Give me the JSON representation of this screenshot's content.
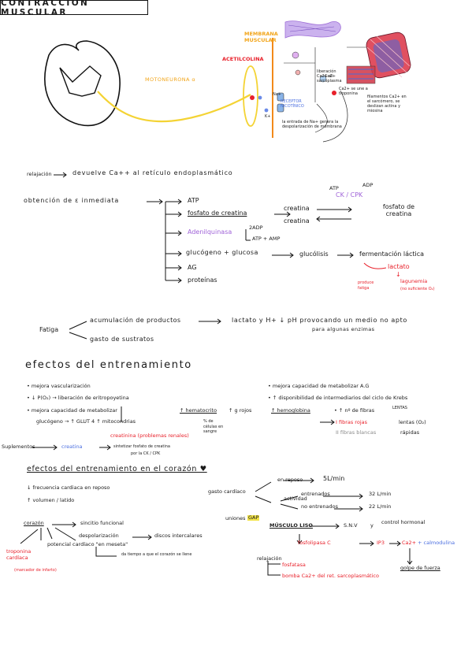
{
  "title": "CONTRACCIÓN MUSCULAR",
  "diagram": {
    "motoneurona": "MOTONEURONA α",
    "acetilcolina": "ACETILCOLINA",
    "membrana": "MEMBRANA MUSCULAR",
    "receptor": "RECEPTOR NICOTÍNICO",
    "entrada": "la entrada de Na+ genera la despolarización de membrana",
    "label_na": "Na+",
    "label_k": "K+",
    "label_ca": "Ca2+",
    "ca_note": "liberación Ca2+ al sarcoplasma",
    "ca_note2": "Ca2+ se une a troponina",
    "fiber_note": "filamentos Ca2+ en el sarcómero, se deslizan actina y miosina"
  },
  "lines": {
    "relajacion": "relajación",
    "relajacion_text": "devuelve Ca++ al retículo endoplasmático",
    "obtencion": "obtención de ε inmediata",
    "atp": "ATP",
    "fosfato": "fosfato de creatina",
    "creatina": "creatina",
    "creatina2": "creatina",
    "fosfato_creatina": "fosfato de creatina",
    "atp_small": "ATP",
    "adp_small": "ADP",
    "ck": "CK / CPK",
    "adenil": "Adenilquinasa",
    "two_adp": "2ADP",
    "atp_amp": "ATP + AMP",
    "glucogeno": "glucógeno + glucosa",
    "glucolisis": "glucólisis",
    "fermentacion": "fermentación láctica",
    "lactato": "lactato",
    "lactato_arrow": "↓",
    "lagunemia": "lagunemia",
    "sin_oxigeno": "(no suficiente O₂)",
    "produce_fatiga": "produce fatiga",
    "ag": "AG",
    "proteinas": "proteínas",
    "fatiga": "Fatiga",
    "acumulacion": "acumulación de productos",
    "lactato_h": "lactato y H+ ↓ pH provocando un medio no apto",
    "enzimas": "para algunas enzimas",
    "gasto": "gasto de sustratos"
  },
  "efectos": {
    "heading": "efectos del entrenamiento",
    "b1": "• mejora vascularización",
    "b2": "• ↓ P(O₂) → liberación de eritropoyetina",
    "b3": "• mejora capacidad de metabolizar",
    "b3b": "glucógeno → ↑ GLUT 4   ↑ mitocondrias",
    "hemato": "↑ hematocrito",
    "b3c": "↑ g rojos",
    "hemo": "↑ hemoglobina",
    "pct": "% de células en sangre",
    "r1": "• mejora capacidad de metabolizar A.G",
    "r2": "• ↑ disponibilidad de intermediarios del ciclo de Krebs",
    "r3": "• ↑ nº de fibras",
    "lentas": "LENTAS",
    "fibras_rojas": "I fibras rojas",
    "lentas2": "lentas (O₂)",
    "fibras_blancas": "II fibras blancas",
    "rapidas": "rápidas",
    "suplementos": "Suplementos",
    "creatina": "creatina",
    "creatinina": "creatinina (problemas renales)",
    "sintetizar": "sintetizar fosfato de creatina",
    "por_la": "por la CK / CPK"
  },
  "corazon": {
    "heading": "efectos del entrenamiento en el corazón ♥",
    "frecuencia": "↓ frecuencia cardiaca en reposo",
    "volumen": "↑ volumen / latido",
    "gasto": "gasto cardíaco",
    "reposo": "en reposo",
    "reposo_val": "5L/min",
    "actividad": "actividad",
    "entrenados": "entrenados",
    "entrenados_val": "32 L/min",
    "no_entrenados": "no entrenados",
    "no_entrenados_val": "22 L/min",
    "corazon": "corazón",
    "sincitio": "sincitio funcional",
    "despolarizacion": "despolarización",
    "discos": "discos intercalares",
    "potencial": "potencial cardíaco \"en meseta\"",
    "da_tiempo": "da tiempo a que el corazón se llene",
    "troponina": "troponina cardíaca",
    "marcador": "(marcador de infarto)",
    "uniones": "uniones",
    "gap": "GAP",
    "musculo": "MÚSCULO LISO",
    "snv": "S.N.V",
    "y": "y",
    "control": "control hormonal",
    "fosfolipasa": "fosfolipasa C",
    "ip3": "IP3",
    "ca": "Ca2+",
    "calmodulina": "+ calmodulina",
    "relajacion": "relajación",
    "fosfatasa": "fosfatasa",
    "bomba": "bomba Ca2+ del ret. sarcoplasmático",
    "golpe": "golpe de fuerza"
  }
}
